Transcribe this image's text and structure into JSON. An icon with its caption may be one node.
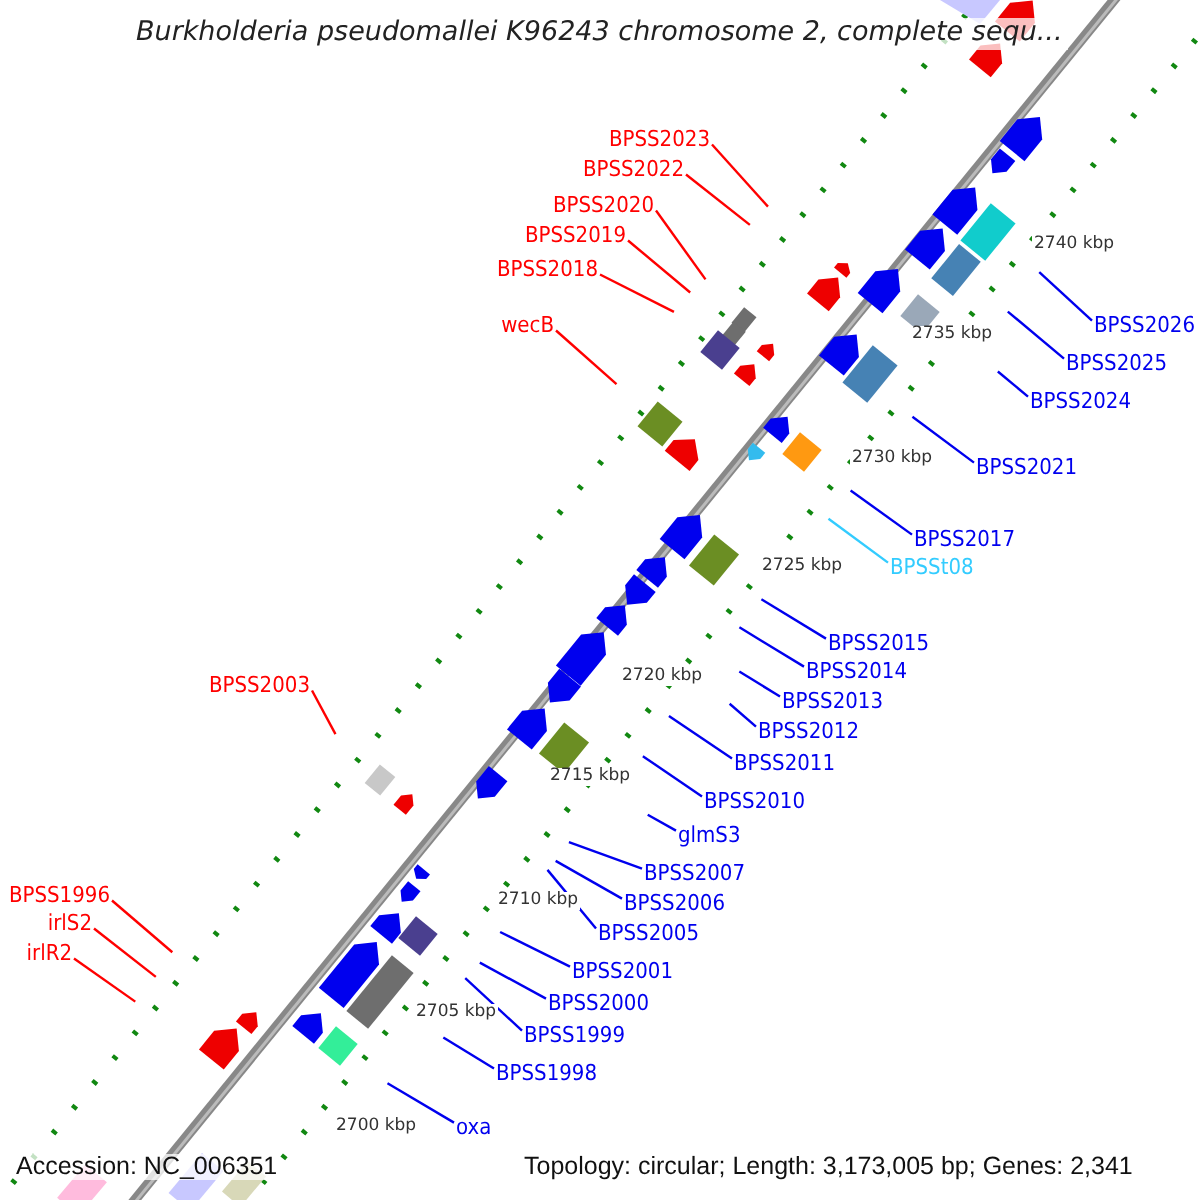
{
  "diagram": {
    "title": "Burkholderia pseudomallei K96243 chromosome 2, complete sequ...",
    "nodes": [
      {
        "text": [
          "BPSS2023"
        ]
      },
      {
        "text": [
          "BPSS2022"
        ]
      },
      {
        "text": [
          "BPSS2020"
        ]
      },
      {
        "text": [
          "BPSS2019"
        ]
      },
      {
        "text": [
          "BPSS2018"
        ]
      },
      {
        "text": [
          "wecB"
        ]
      },
      {
        "text": [
          "BPSS2003"
        ]
      },
      {
        "text": [
          "BPSS1996"
        ]
      },
      {
        "text": [
          "irlS2"
        ]
      },
      {
        "text": [
          "irlR2"
        ]
      },
      {
        "text": [
          "BPSS2026"
        ]
      },
      {
        "text": [
          "BPSS2025"
        ]
      },
      {
        "text": [
          "BPSS2024"
        ]
      },
      {
        "text": [
          "BPSS2021"
        ]
      },
      {
        "text": [
          "BPSS2017"
        ]
      },
      {
        "text": [
          "BPSSt08"
        ]
      },
      {
        "text": [
          "BPSS2015"
        ]
      },
      {
        "text": [
          "BPSS2014"
        ]
      },
      {
        "text": [
          "BPSS2013"
        ]
      },
      {
        "text": [
          "BPSS2012"
        ]
      },
      {
        "text": [
          "BPSS2011"
        ]
      },
      {
        "text": [
          "BPSS2010"
        ]
      },
      {
        "text": [
          "glmS3"
        ]
      },
      {
        "text": [
          "BPSS2007"
        ]
      },
      {
        "text": [
          "BPSS2006"
        ]
      },
      {
        "text": [
          "BPSS2005"
        ]
      },
      {
        "text": [
          "BPSS2001"
        ]
      },
      {
        "text": [
          "BPSS2000"
        ]
      },
      {
        "text": [
          "BPSS1999"
        ]
      },
      {
        "text": [
          "BPSS1998"
        ]
      },
      {
        "text": [
          "oxa"
        ]
      }
    ],
    "edges": [
      {
        "from": 0,
        "to": null,
        "arrow": "none",
        "color": "#ff0000"
      },
      {
        "from": 1,
        "to": null,
        "arrow": "none",
        "color": "#ff0000"
      },
      {
        "from": 2,
        "to": null,
        "arrow": "none",
        "color": "#ff0000"
      },
      {
        "from": 3,
        "to": null,
        "arrow": "none",
        "color": "#ff0000"
      },
      {
        "from": 4,
        "to": null,
        "arrow": "none",
        "color": "#ff0000"
      },
      {
        "from": 5,
        "to": null,
        "arrow": "none",
        "color": "#ff0000"
      },
      {
        "from": 6,
        "to": null,
        "arrow": "none",
        "color": "#ff0000"
      },
      {
        "from": 7,
        "to": null,
        "arrow": "none",
        "color": "#ff0000"
      },
      {
        "from": 8,
        "to": null,
        "arrow": "none",
        "color": "#ff0000"
      },
      {
        "from": 9,
        "to": null,
        "arrow": "none",
        "color": "#ff0000"
      },
      {
        "from": 10,
        "to": null,
        "arrow": "none"
      },
      {
        "from": 11,
        "to": null,
        "arrow": "none"
      },
      {
        "from": 12,
        "to": null,
        "arrow": "none"
      },
      {
        "from": 13,
        "to": null,
        "arrow": "none"
      },
      {
        "from": 14,
        "to": null,
        "arrow": "none"
      },
      {
        "from": 15,
        "to": null,
        "arrow": "none",
        "color": "#33ccff"
      },
      {
        "from": 16,
        "to": null,
        "arrow": "none"
      },
      {
        "from": 17,
        "to": null,
        "arrow": "none"
      },
      {
        "from": 18,
        "to": null,
        "arrow": "none"
      },
      {
        "from": 19,
        "to": null,
        "arrow": "none"
      },
      {
        "from": 20,
        "to": null,
        "arrow": "none"
      },
      {
        "from": 21,
        "to": null,
        "arrow": "none"
      },
      {
        "from": 22,
        "to": null,
        "arrow": "none"
      },
      {
        "from": 23,
        "to": null,
        "arrow": "none"
      },
      {
        "from": 24,
        "to": null,
        "arrow": "none"
      },
      {
        "from": 25,
        "to": null,
        "arrow": "none"
      },
      {
        "from": 26,
        "to": null,
        "arrow": "none"
      },
      {
        "from": 27,
        "to": null,
        "arrow": "none"
      },
      {
        "from": 28,
        "to": null,
        "arrow": "none"
      },
      {
        "from": 29,
        "to": null,
        "arrow": "none"
      },
      {
        "from": 30,
        "to": null,
        "arrow": "none"
      }
    ],
    "labels": [
      "2740 kbp",
      "2735 kbp",
      "2730 kbp",
      "2725 kbp",
      "2720 kbp",
      "2715 kbp",
      "2710 kbp",
      "2705 kbp",
      "2700 kbp",
      "Accession: NC_006351",
      "Topology: circular; Length: 3,173,005 bp; Genes: 2,341"
    ]
  }
}
